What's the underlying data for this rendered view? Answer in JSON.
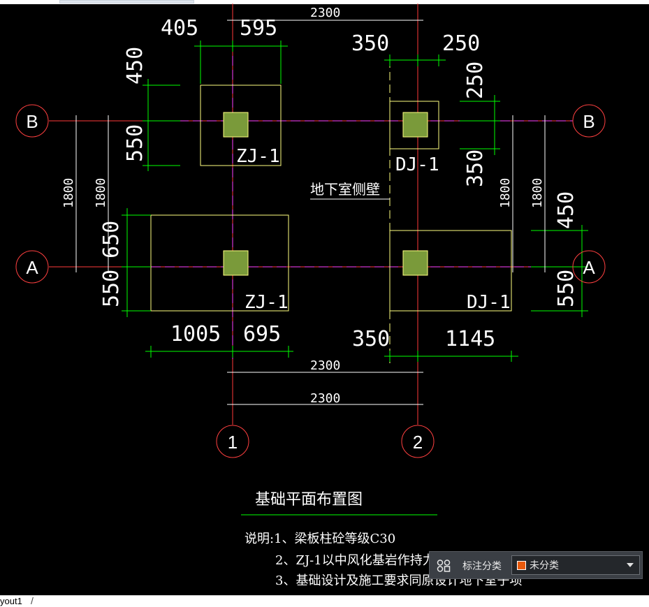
{
  "drawing": {
    "title": "基础平面布置图",
    "notes": [
      "说明:1、梁板柱砼等级C30",
      "2、ZJ-1以中风化基岩作持力层",
      "3、基础设计及施工要求同原设计地下室子项"
    ],
    "wall_label": "地下室侧壁",
    "axes": {
      "row_b": "B",
      "row_a": "A",
      "col_1": "1",
      "col_2": "2"
    },
    "footings": {
      "zj_top": "ZJ-1",
      "zj_bottom": "ZJ-1",
      "dj_top": "DJ-1",
      "dj_bottom": "DJ-1"
    },
    "dims": {
      "top_405": "405",
      "top_595": "595",
      "top_2300": "2300",
      "top_350": "350",
      "top_250": "250",
      "left_450": "450",
      "left_550_top": "550",
      "left_650": "650",
      "left_550_bottom": "550",
      "left_1800_outer": "1800",
      "left_1800_inner": "1800",
      "right_250": "250",
      "right_350": "350",
      "right_1800_inner": "1800",
      "right_1800_outer": "1800",
      "right_450": "450",
      "right_550": "550",
      "bottom_1005": "1005",
      "bottom_695": "695",
      "bottom_350": "350",
      "bottom_1145": "1145",
      "bottom_2300_a": "2300",
      "bottom_2300_b": "2300"
    }
  },
  "annotation_panel": {
    "label": "标注分类",
    "selected": "未分类",
    "swatch_color": "#e8590c",
    "icon": "category-grid-icon"
  },
  "status_bar": {
    "layout_tab": "yout1"
  },
  "colors": {
    "background": "#000000",
    "axis_line": "#ff3a3a",
    "dim_line": "#00ff00",
    "dim_text": "#ffffff",
    "footing_outline": "#ffff80",
    "column_fill": "#7a9a3a",
    "grid_bubble": "#ff4040"
  }
}
